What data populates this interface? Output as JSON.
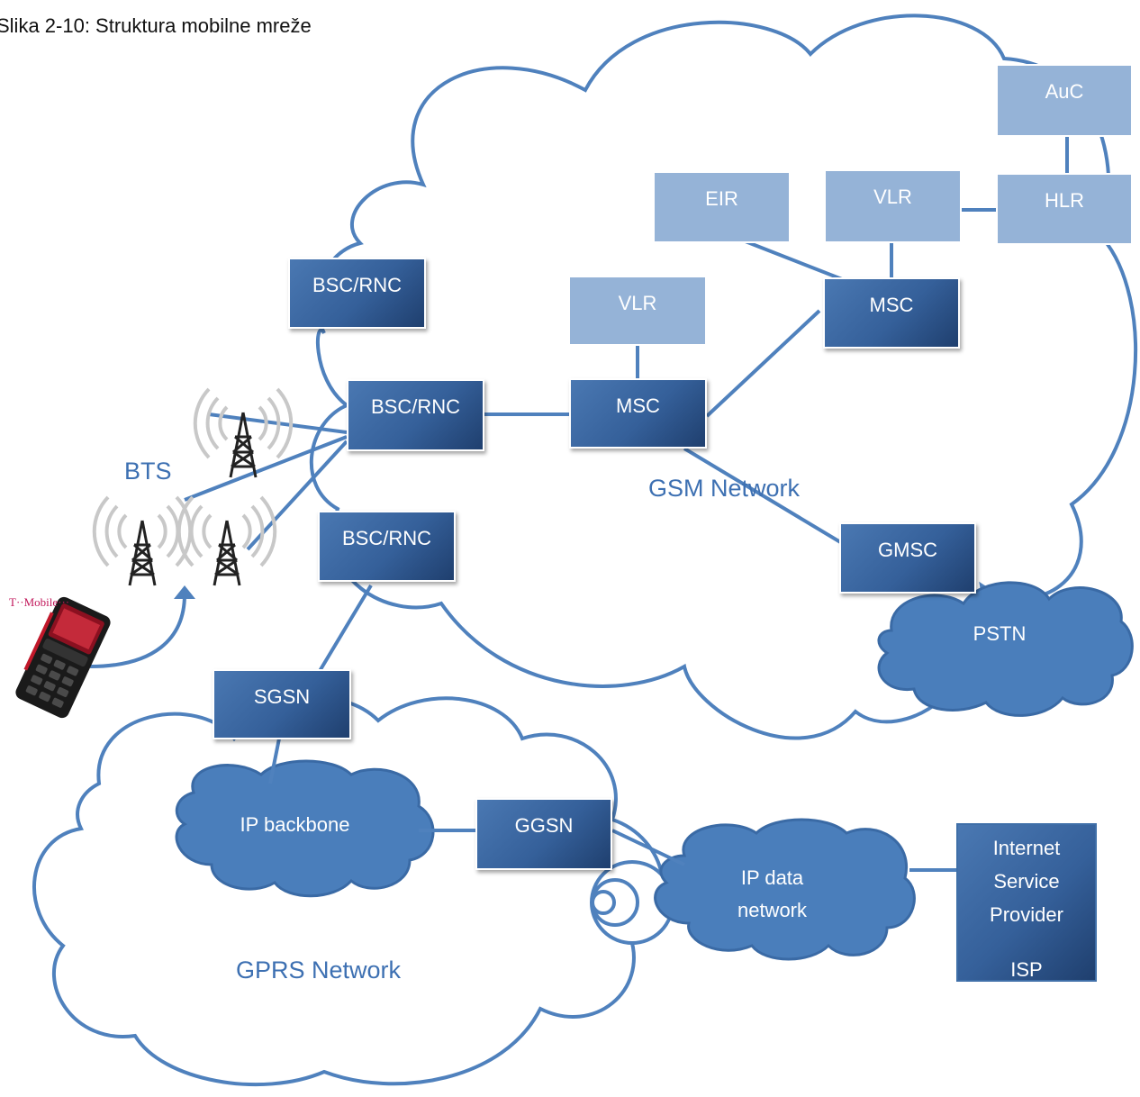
{
  "caption": "Slika 2-10: Struktura mobilne mreže",
  "clouds": {
    "gsm": "GSM Network",
    "gprs": "GPRS Network"
  },
  "bts_label": "BTS",
  "phone_brand": "T··Mobile···",
  "nodes": {
    "auc": "AuC",
    "eir": "EIR",
    "vlr_top": "VLR",
    "hlr": "HLR",
    "bsc_rnc_1": "BSC/RNC",
    "vlr_mid": "VLR",
    "msc_right": "MSC",
    "bsc_rnc_2": "BSC/RNC",
    "msc_center": "MSC",
    "bsc_rnc_3": "BSC/RNC",
    "gmsc": "GMSC",
    "sgsn": "SGSN",
    "ggsn": "GGSN"
  },
  "blobs": {
    "pstn": "PSTN",
    "ip_backbone": "IP backbone",
    "ip_data_line1": "IP data",
    "ip_data_line2": "network"
  },
  "isp": {
    "line1": "Internet",
    "line2": "Service",
    "line3": "Provider",
    "line4": "ISP"
  },
  "colors": {
    "line": "#4f81bd",
    "dark_node": "#35609a",
    "light_node": "#95b3d7",
    "blob_fill": "#4a7ebb",
    "label_blue": "#3d70b2"
  }
}
